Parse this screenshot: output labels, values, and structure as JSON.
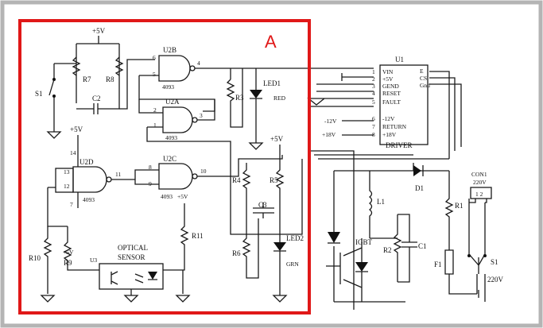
{
  "region_label": "A",
  "colors": {
    "outer_border": "#b4b4b4",
    "highlight_box": "#e01818",
    "ink": "#1a1a1a"
  },
  "supply": {
    "vcc_top": "+5V",
    "vcc_mid": "+5V",
    "vcc_right": "+5V",
    "vcc_bottom": "+5V",
    "vcc_r11": "+5V"
  },
  "gates": {
    "u2b": {
      "name": "U2B",
      "part": "4093",
      "pin_a": "6",
      "pin_b": "5",
      "pin_out": "4"
    },
    "u2a": {
      "name": "U2A",
      "part": "4093",
      "pin_a": "2",
      "pin_b": "1",
      "pin_out": "3"
    },
    "u2d": {
      "name": "U2D",
      "part": "4093",
      "pin_a": "13",
      "pin_b": "12",
      "pin_out": "11",
      "pin_vdd": "14",
      "pin_gnd": "7"
    },
    "u2c": {
      "name": "U2C",
      "part": "4093",
      "pin_a": "8",
      "pin_b": "9",
      "pin_out": "10"
    }
  },
  "components": {
    "s1_left": "S1",
    "r7": "R7",
    "r8": "R8",
    "c2": "C2",
    "r3": "R3",
    "led1": "LED1",
    "red": "RED",
    "r4": "R4",
    "r5": "R5",
    "c3": "C3",
    "r6": "R6",
    "led2": "LED2",
    "grn": "GRN",
    "r10": "R10",
    "r9": "R9",
    "r11": "R11",
    "u3": "U3",
    "optical_1": "OPTICAL",
    "optical_2": "SENSOR",
    "l1": "L1",
    "igbt": "IGBT",
    "r2": "R2",
    "c1": "C1",
    "d1": "D1",
    "r1": "R1",
    "f1": "F1",
    "s1_right": "S1",
    "v220": "220V",
    "con1": "CON1",
    "con1_v": "220V",
    "con1_pins": "1 2"
  },
  "driver": {
    "name": "U1",
    "title": "DRIVER",
    "pins_left": [
      {
        "num": "1",
        "label": "VIN"
      },
      {
        "num": "2",
        "label": "+5V"
      },
      {
        "num": "3",
        "label": "GEND"
      },
      {
        "num": "4",
        "label": "RESET"
      },
      {
        "num": "5",
        "label": "FAULT"
      },
      {
        "num": "6",
        "label": "-12V"
      },
      {
        "num": "7",
        "label": "RETURN"
      },
      {
        "num": "8",
        "label": "+18V"
      }
    ],
    "pins_right": [
      "E",
      "CS",
      "Gnd"
    ],
    "ext_neg12": "-12V",
    "ext_pos18": "+18V"
  }
}
